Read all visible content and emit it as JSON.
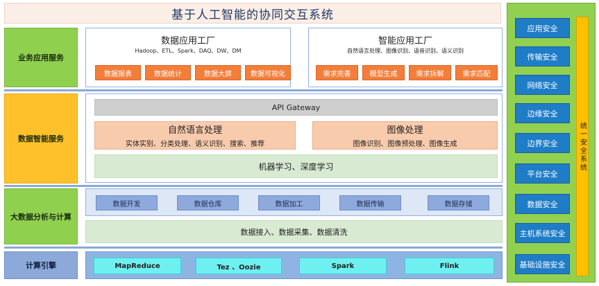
{
  "title": "基于人工智能的协同交互系统",
  "categories": {
    "business": "业务应用服务",
    "data_intel": "数据智能服务",
    "big_data": "大数据分析与计算",
    "compute": "计算引擎"
  },
  "business": {
    "data_factory": {
      "title": "数据应用工厂",
      "desc": "Hadoop、ETL、Spark、DAQ、DW、DM",
      "buttons": [
        "数据报表",
        "数据统计",
        "数据大屏",
        "数据可视化"
      ]
    },
    "ai_factory": {
      "title": "智能应用工厂",
      "desc": "自然语言处理、图像识别、语音识别、语义识别",
      "buttons": [
        "需求完善",
        "模型生成",
        "需求拆解",
        "需求匹配"
      ]
    }
  },
  "data_intel": {
    "gateway": "API Gateway",
    "nlp": {
      "title": "自然语言处理",
      "desc": "实体实别、分类处理、语义识别、搜索、推荐"
    },
    "image": {
      "title": "图像处理",
      "desc": "图像识别、图像预处理、图像生成"
    },
    "ml": "机器学习、深度学习"
  },
  "big_data": {
    "buttons": [
      "数据开发",
      "数据仓库",
      "数据加工",
      "数据传输",
      "数据存储"
    ],
    "ingest": "数据接入、数据采集、数据清洗"
  },
  "compute": {
    "buttons": [
      "MapReduce",
      "Tez 、Oozie",
      "Spark",
      "Flink"
    ]
  },
  "security": {
    "items": [
      "应用安全",
      "传输安全",
      "网络安全",
      "边缘安全",
      "边界安全",
      "平台安全",
      "数据安全",
      "主机系统安全",
      "基础设施安全"
    ],
    "unified": "统一安全系统"
  }
}
